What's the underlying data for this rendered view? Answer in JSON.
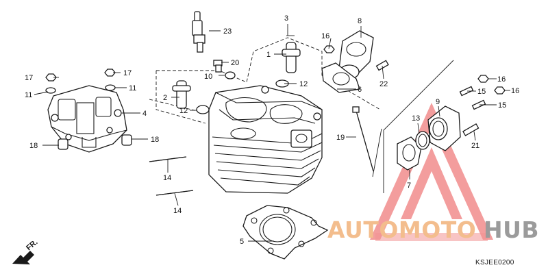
{
  "callouts": {
    "c1": "1",
    "c2": "2",
    "c3": "3",
    "c4": "4",
    "c5": "5",
    "c6": "6",
    "c7": "7",
    "c8": "8",
    "c9": "9",
    "c10": "10",
    "c11a": "11",
    "c11b": "11",
    "c12a": "12",
    "c12b": "12",
    "c13": "13",
    "c14a": "14",
    "c14b": "14",
    "c15a": "15",
    "c15b": "15",
    "c16a": "16",
    "c16b": "16",
    "c16c": "16",
    "c17a": "17",
    "c17b": "17",
    "c18a": "18",
    "c18b": "18",
    "c19": "19",
    "c20": "20",
    "c21": "21",
    "c22": "22",
    "c23": "23"
  },
  "front_label": "FR.",
  "diagram_code": "KSJEE0200",
  "watermark": {
    "text_part1": "AUTOMOTO",
    "text_part2": "HUB",
    "color_part1": "#f2b27a",
    "color_part2": "#8a8a8a",
    "triangle_color": "#f08080"
  }
}
